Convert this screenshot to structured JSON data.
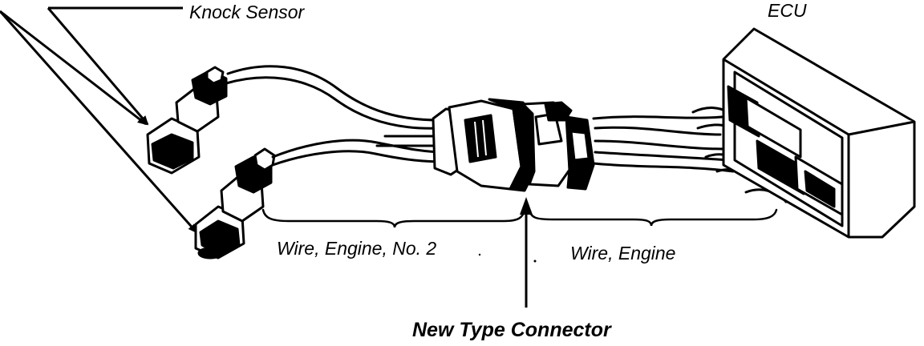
{
  "labels": {
    "knock_sensor": "Knock Sensor",
    "ecu": "ECU",
    "wire_engine_no2": "Wire, Engine, No. 2",
    "wire_engine": "Wire, Engine",
    "new_type_connector": "New Type Connector"
  },
  "colors": {
    "ink": "#000000",
    "paper": "#ffffff"
  }
}
